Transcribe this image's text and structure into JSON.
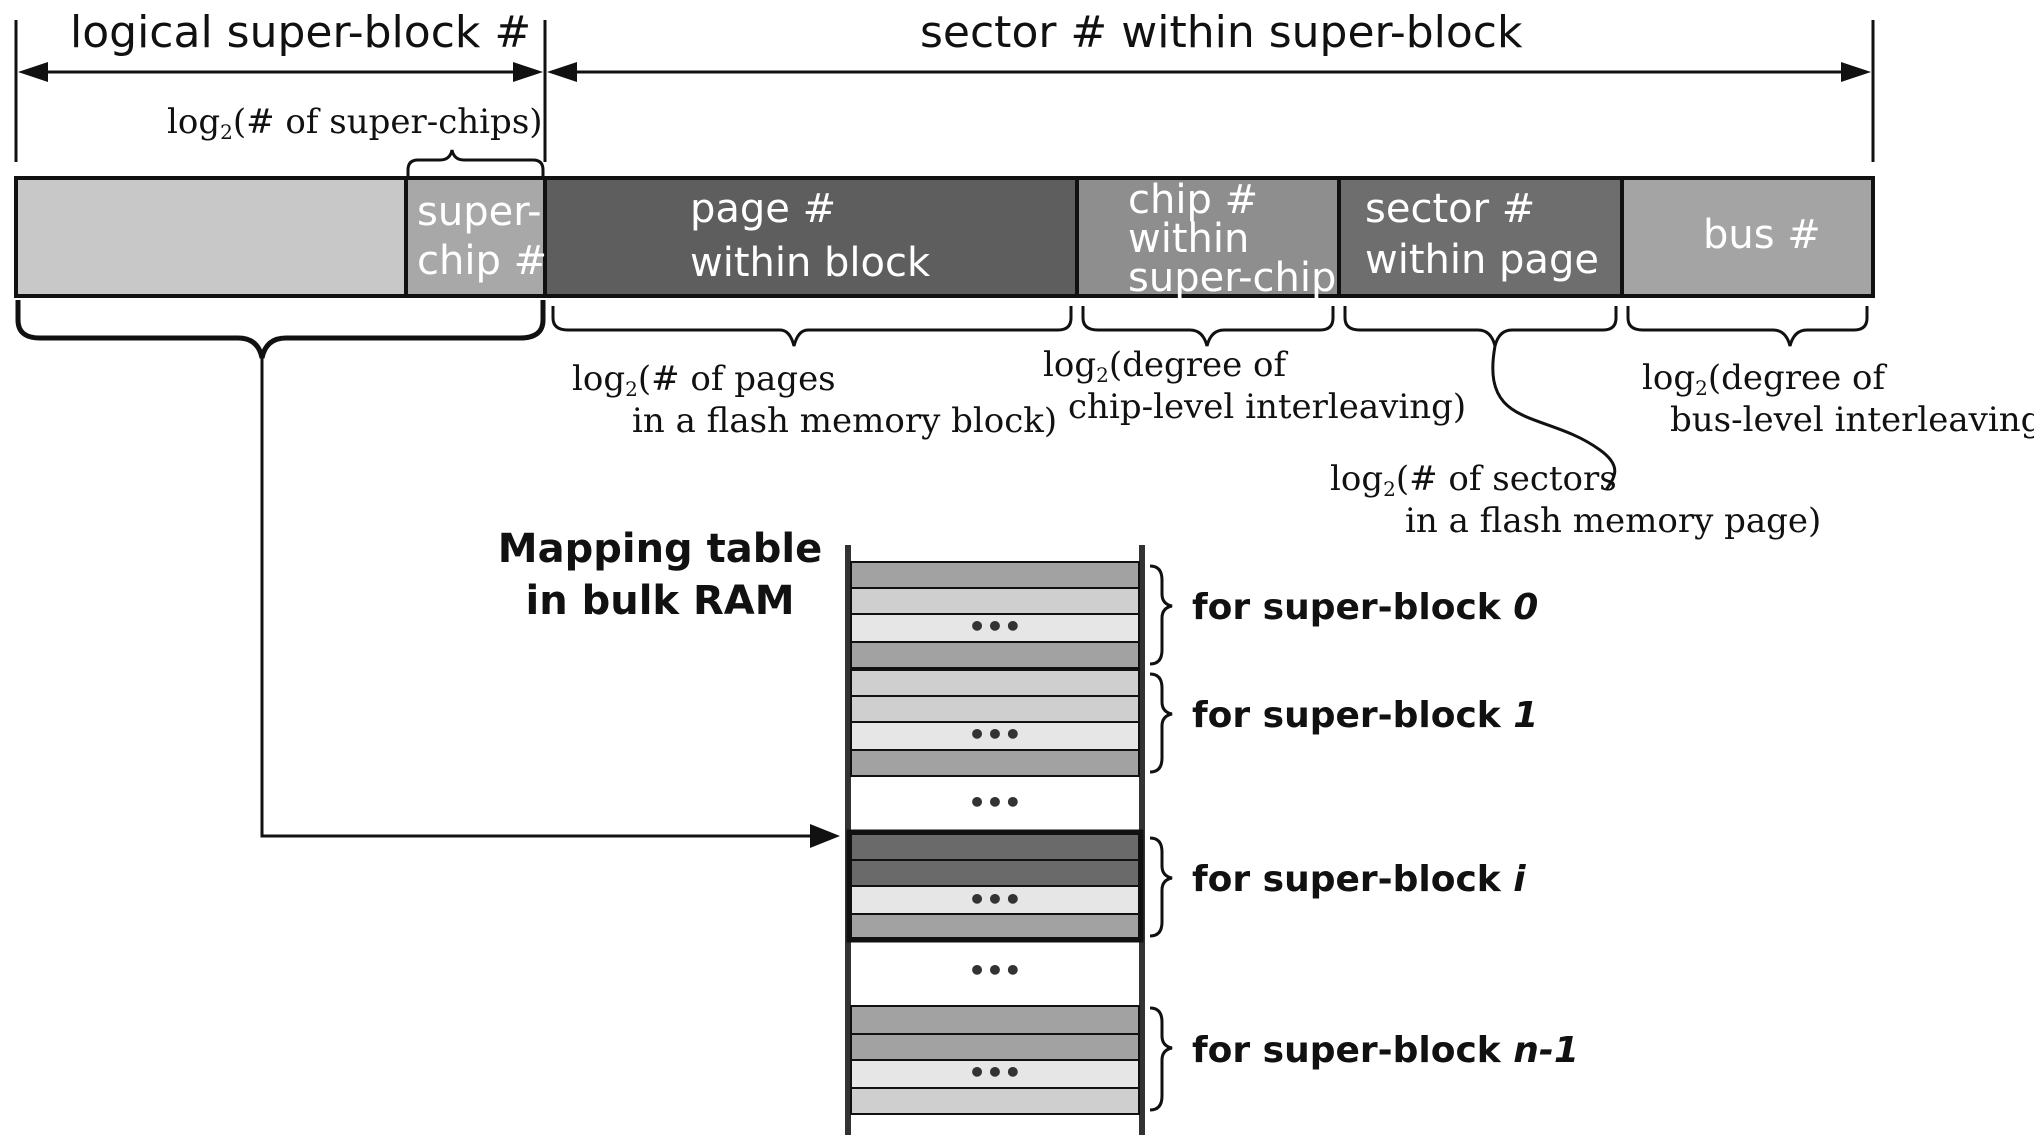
{
  "header": {
    "logical_superblock": "logical super-block #",
    "sector_within_superblock": "sector # within super-block"
  },
  "fields": [
    {
      "id": "lsb-high",
      "lines": []
    },
    {
      "id": "superchip",
      "lines": [
        "super-",
        "chip #"
      ]
    },
    {
      "id": "page",
      "lines": [
        "page  #",
        "within block"
      ]
    },
    {
      "id": "chip",
      "lines": [
        "chip #",
        "within",
        "super-chip"
      ]
    },
    {
      "id": "sector",
      "lines": [
        "sector #",
        "within page"
      ]
    },
    {
      "id": "bus",
      "lines": [
        "bus #"
      ]
    }
  ],
  "annotations": {
    "superchips": {
      "pre": "log",
      "sub": "2",
      "lines": [
        "(# of  super-chips)"
      ]
    },
    "pages": {
      "pre": "log",
      "sub": "2",
      "lines": [
        "(# of pages",
        "in a flash memory block)"
      ]
    },
    "chip_interleave": {
      "pre": "log",
      "sub": "2",
      "lines": [
        "(degree of",
        "chip-level interleaving)"
      ]
    },
    "sectors": {
      "pre": "log",
      "sub": "2",
      "lines": [
        "(# of sectors",
        "in a flash memory page)"
      ]
    },
    "bus_interleave": {
      "pre": "log",
      "sub": "2",
      "lines": [
        "(degree of",
        "bus-level interleaving)"
      ]
    }
  },
  "mapping_table": {
    "title_lines": [
      "Mapping table",
      "in bulk RAM"
    ],
    "ellipsis": "•••",
    "groups": [
      {
        "prefix": "for super-block ",
        "index": "0"
      },
      {
        "prefix": "for super-block ",
        "index": "1"
      },
      {
        "prefix": "for super-block ",
        "index": "i"
      },
      {
        "prefix": "for super-block ",
        "index": "n-1"
      }
    ]
  },
  "colors": {
    "lsb_high": "#c8c8c8",
    "superchip": "#a8a8a8",
    "page": "#5e5e5e",
    "chip": "#8e8e8e",
    "sector": "#6e6e6e",
    "bus": "#a4a4a4",
    "row_dark": "#6a6a6a",
    "row_mid": "#a2a2a2",
    "row_light": "#cfcfcf",
    "row_pale": "#e6e6e6"
  }
}
